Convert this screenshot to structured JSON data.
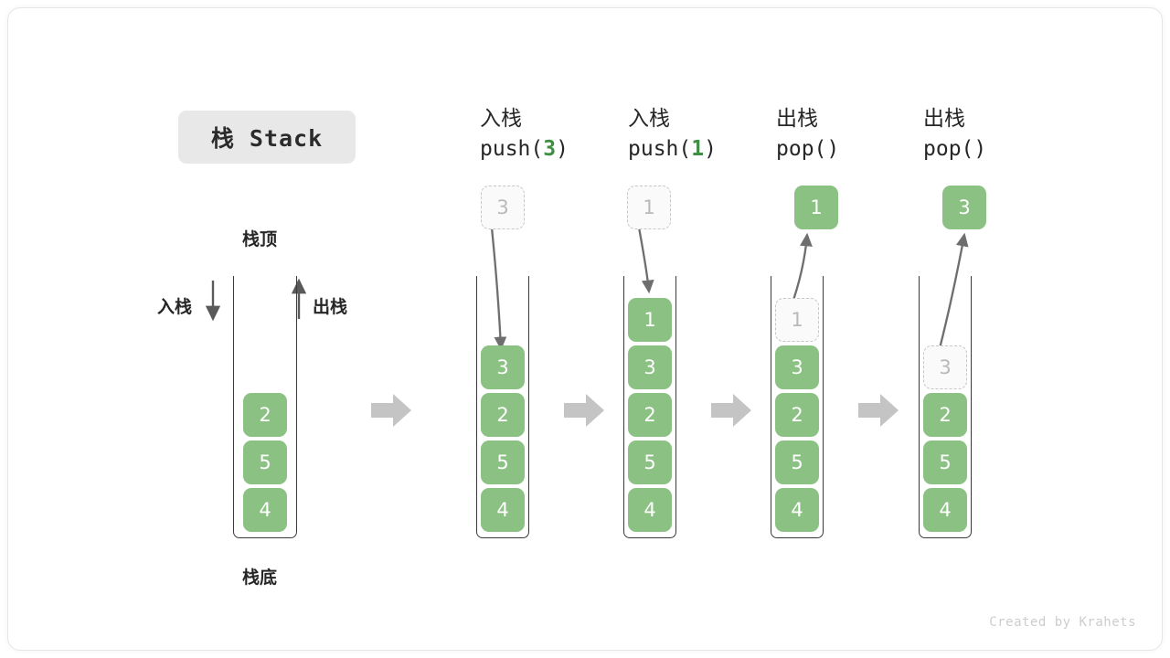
{
  "title": {
    "text": "栈 Stack"
  },
  "left_stack": {
    "top_label": "栈顶",
    "bottom_label": "栈底",
    "push_label": "入栈",
    "pop_label": "出栈",
    "cells": [
      "2",
      "5",
      "4"
    ]
  },
  "steps": [
    {
      "cn": "入栈",
      "code_prefix": "push(",
      "code_arg": "3",
      "code_suffix": ")",
      "float_cell": {
        "value": "3",
        "style": "ghost"
      },
      "arrow": "down",
      "cells": [
        {
          "value": "3",
          "style": "filled"
        },
        {
          "value": "2",
          "style": "filled"
        },
        {
          "value": "5",
          "style": "filled"
        },
        {
          "value": "4",
          "style": "filled"
        }
      ]
    },
    {
      "cn": "入栈",
      "code_prefix": "push(",
      "code_arg": "1",
      "code_suffix": ")",
      "float_cell": {
        "value": "1",
        "style": "ghost"
      },
      "arrow": "down",
      "cells": [
        {
          "value": "1",
          "style": "filled"
        },
        {
          "value": "3",
          "style": "filled"
        },
        {
          "value": "2",
          "style": "filled"
        },
        {
          "value": "5",
          "style": "filled"
        },
        {
          "value": "4",
          "style": "filled"
        }
      ]
    },
    {
      "cn": "出栈",
      "code_prefix": "pop(",
      "code_arg": "",
      "code_suffix": ")",
      "float_cell": {
        "value": "1",
        "style": "filled"
      },
      "arrow": "up",
      "cells": [
        {
          "value": "1",
          "style": "ghost"
        },
        {
          "value": "3",
          "style": "filled"
        },
        {
          "value": "2",
          "style": "filled"
        },
        {
          "value": "5",
          "style": "filled"
        },
        {
          "value": "4",
          "style": "filled"
        }
      ]
    },
    {
      "cn": "出栈",
      "code_prefix": "pop(",
      "code_arg": "",
      "code_suffix": ")",
      "float_cell": {
        "value": "3",
        "style": "filled"
      },
      "arrow": "up",
      "cells": [
        {
          "value": "3",
          "style": "ghost"
        },
        {
          "value": "2",
          "style": "filled"
        },
        {
          "value": "5",
          "style": "filled"
        },
        {
          "value": "4",
          "style": "filled"
        }
      ]
    }
  ],
  "credit": "Created by Krahets",
  "colors": {
    "green": "#8bc183",
    "green_text": "#3f8f43",
    "chip_bg": "#e8e8e8",
    "ghost_border": "#c6c6c6",
    "arrow_gray": "#bfbfbf",
    "stroke": "#6e6e6e"
  }
}
